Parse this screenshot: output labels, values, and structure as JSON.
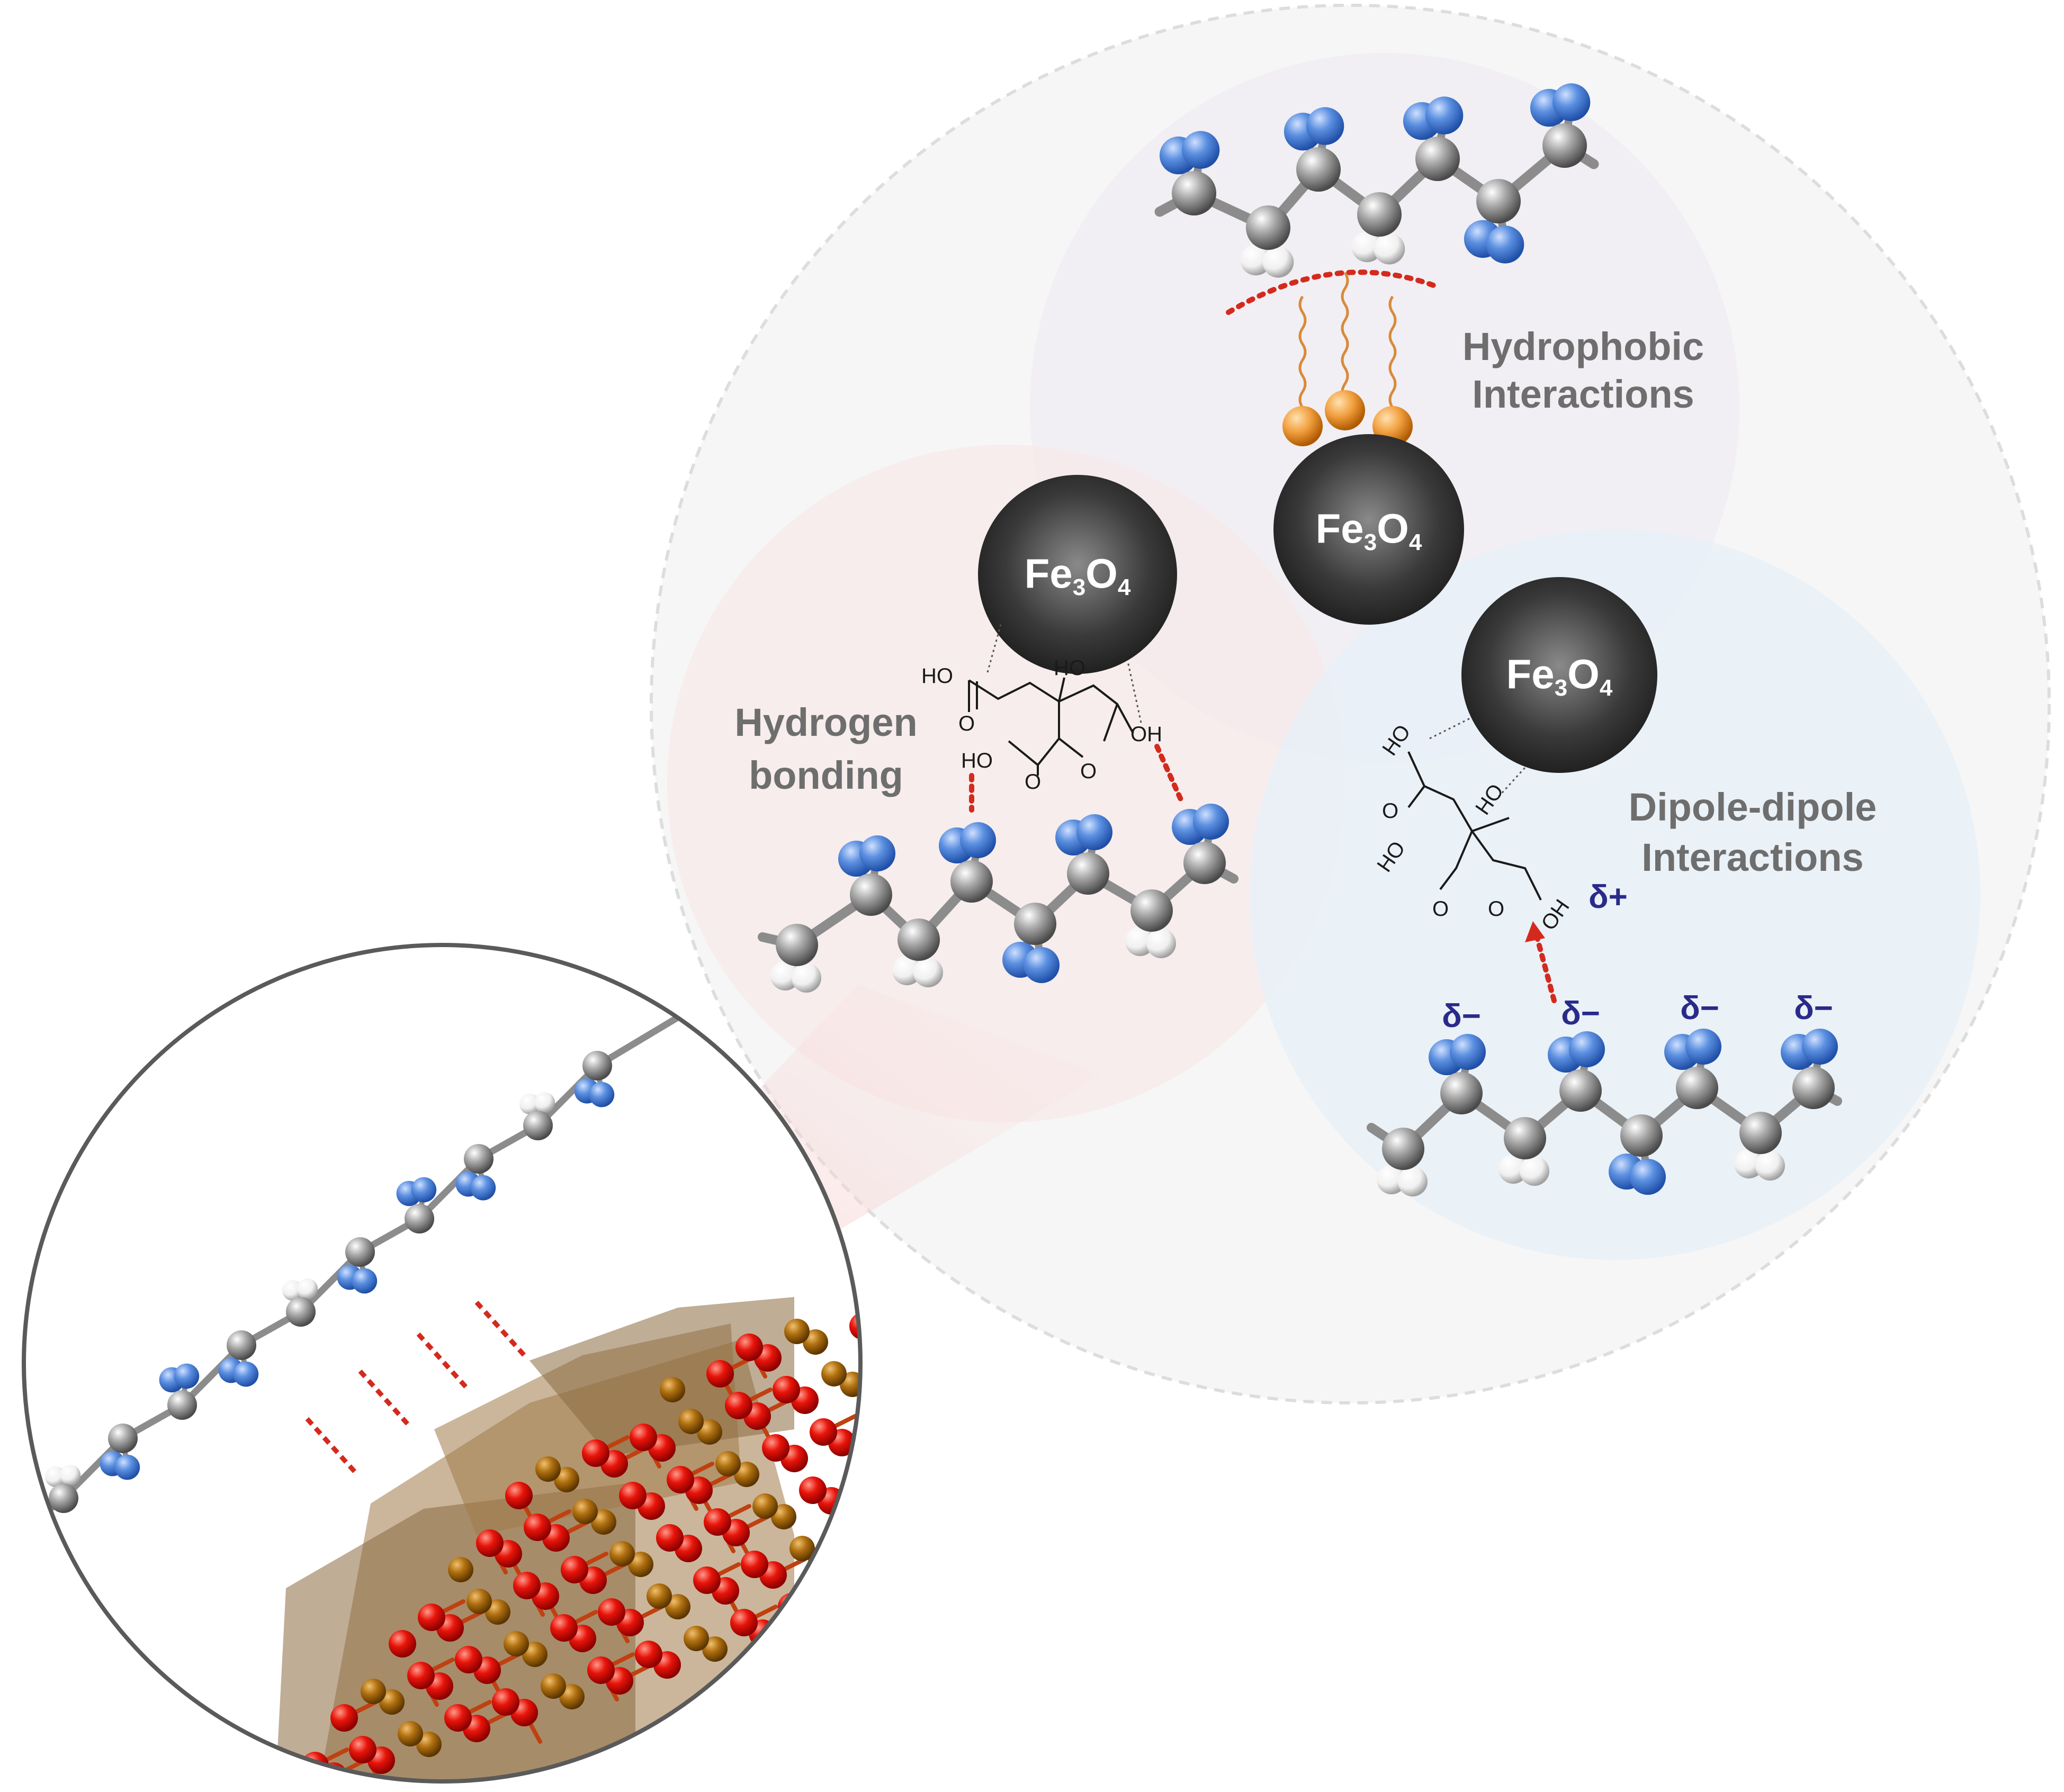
{
  "labels": {
    "hydrophobic_line1": "Hydrophobic",
    "hydrophobic_line2": "Interactions",
    "hbond_line1": "Hydrogen",
    "hbond_line2": "bonding",
    "dipole_line1": "Dipole-dipole",
    "dipole_line2": "Interactions"
  },
  "nanoparticles": [
    {
      "label": "Fe",
      "sub1": "3",
      "mid": "O",
      "sub2": "4"
    },
    {
      "label": "Fe",
      "sub1": "3",
      "mid": "O",
      "sub2": "4"
    },
    {
      "label": "Fe",
      "sub1": "3",
      "mid": "O",
      "sub2": "4"
    }
  ],
  "chem": {
    "ho": "HO",
    "oh": "OH",
    "o": "O",
    "hoo": "HO",
    "ohh": "OH"
  },
  "charges": {
    "delta_plus": "δ+",
    "delta_minus": "δ−"
  },
  "colors": {
    "carbon": "#9a9a9a",
    "fluorine": "#5b8fe0",
    "hydrogen": "#f2f2f2",
    "oxygen_red": "#e8140a",
    "iron_brown": "#b07010",
    "bond_red": "#d42a1e",
    "np_dark": "#2c2c2c"
  }
}
